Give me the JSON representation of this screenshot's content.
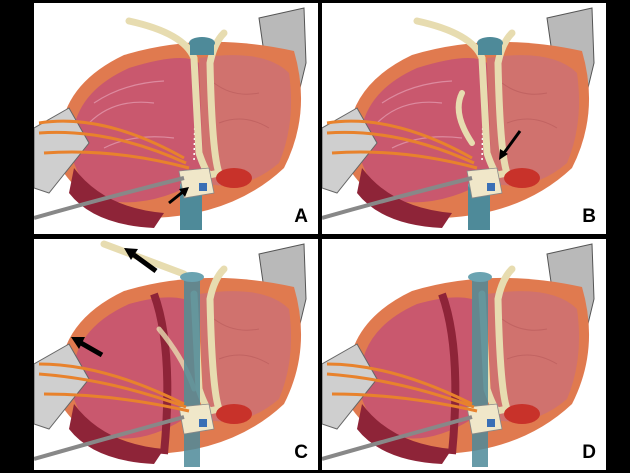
{
  "panels": [
    {
      "label": "A",
      "arrows": [
        {
          "direction": "up-right",
          "target": "vessel-clamp"
        }
      ]
    },
    {
      "label": "B",
      "arrows": [
        {
          "direction": "down-left",
          "target": "vessel-clamp"
        }
      ]
    },
    {
      "label": "C",
      "arrows": [
        {
          "direction": "up-left",
          "target": "ligament"
        },
        {
          "direction": "up-left",
          "target": "liver-edge"
        }
      ]
    },
    {
      "label": "D",
      "arrows": []
    }
  ],
  "colors": {
    "liver": "#c9586e",
    "liver_dark": "#8e2438",
    "capsule": "#e07a4f",
    "vessel": "#4e8a99",
    "ligament": "#e7dcb0",
    "catheter": "#e8822c",
    "retractor": "#bdbdbd",
    "arrow": "#000000"
  }
}
